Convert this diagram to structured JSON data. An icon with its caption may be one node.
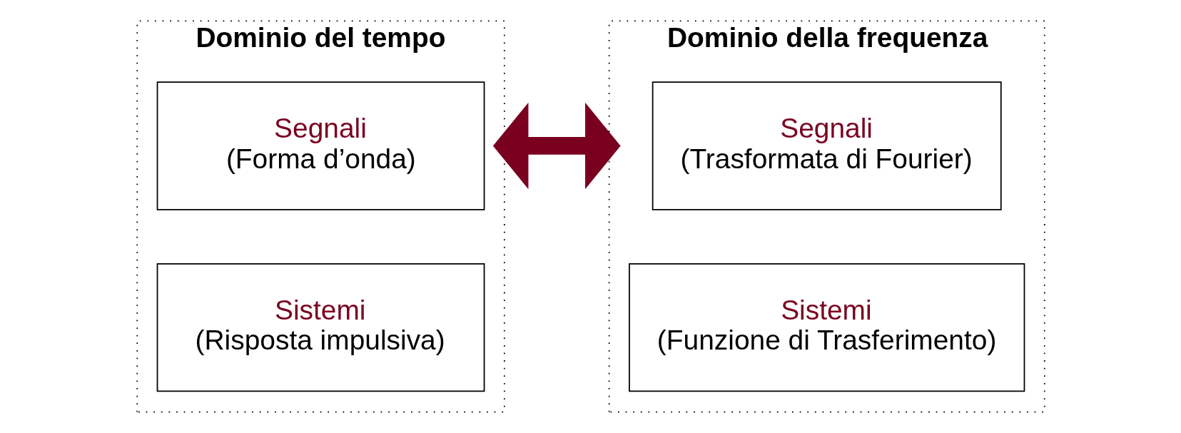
{
  "diagram": {
    "nodes": [
      {
        "text": [
          "Dominio del tempo"
        ]
      },
      {
        "text": [
          "Segnali",
          "(Forma d’onda)"
        ],
        "in": 0
      },
      {
        "text": [
          "Sistemi",
          "(Risposta impulsiva)"
        ],
        "in": 0
      },
      {
        "text": [
          "Dominio della frequenza"
        ]
      },
      {
        "text": [
          "Segnali",
          "(Trasformata di Fourier)"
        ],
        "in": 3
      },
      {
        "text": [
          "Sistemi",
          "(Funzione di Trasferimento)"
        ],
        "in": 3
      }
    ],
    "edges": [
      {
        "from": 0,
        "to": 3,
        "arrow": "both",
        "color": "#7a0020"
      }
    ]
  }
}
